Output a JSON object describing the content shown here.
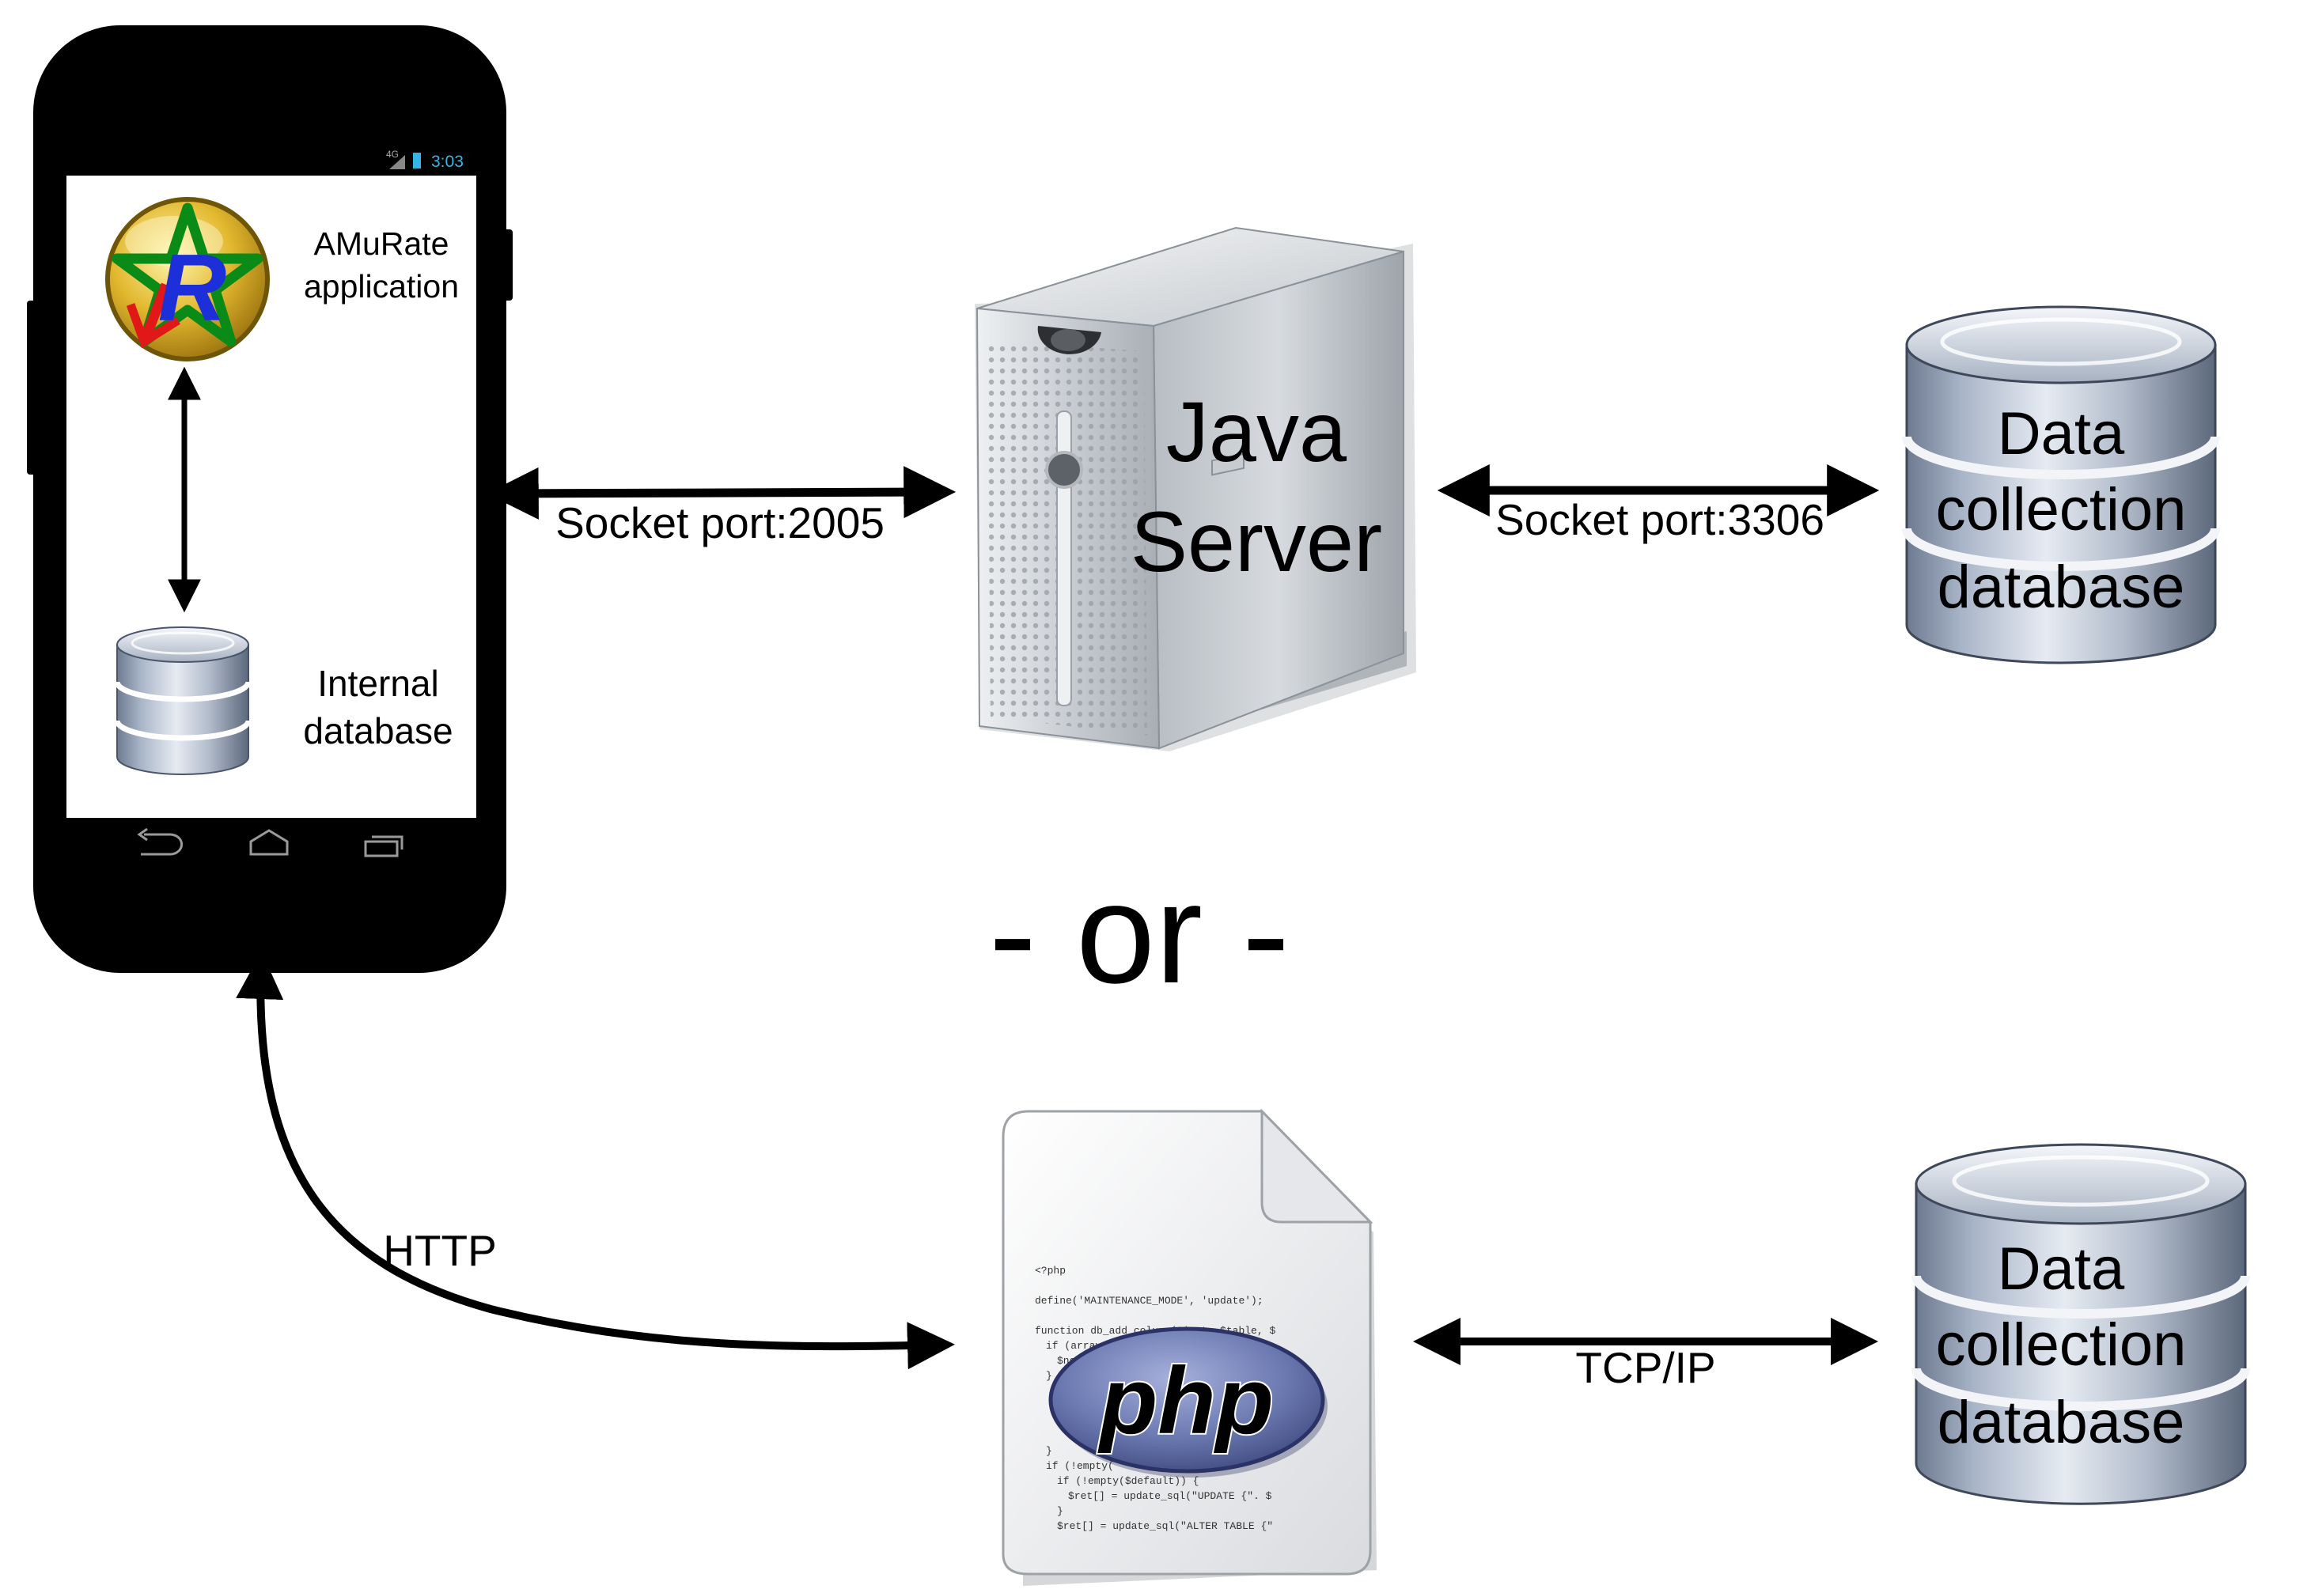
{
  "phone": {
    "status_time": "3:03",
    "network_badge": "4G",
    "app_label_line1": "AMuRate",
    "app_label_line2": "application",
    "internal_db_line1": "Internal",
    "internal_db_line2": "database",
    "nav_icons": [
      "back-icon",
      "home-icon",
      "recent-apps-icon"
    ]
  },
  "java_server": {
    "label_line1": "Java",
    "label_line2": "Server"
  },
  "connections": {
    "phone_to_java": "Socket port:2005",
    "java_to_db": "Socket port:3306",
    "phone_to_php": "HTTP",
    "php_to_db": "TCP/IP"
  },
  "separator": "- or -",
  "databases": {
    "top": {
      "line1": "Data",
      "line2": "collection",
      "line3": "database"
    },
    "bottom": {
      "line1": "Data",
      "line2": "collection",
      "line3": "database"
    }
  },
  "php_file": {
    "logo": "php",
    "code_lines": [
      "<?php",
      "define('MAINTENANCE_MODE', 'update');",
      "function db_add_column(&$ret, $table, $",
      "  if (array_",
      "    $no",
      "  }",
      "  }",
      "  if (!empty(",
      "    if (!empty($default)) {",
      "      $ret[] = update_sql(\"UPDATE {\". $",
      "    }",
      "    $ret[] = update_sql(\"ALTER TABLE {\""
    ]
  },
  "colors": {
    "phone_body": "#000000",
    "status_text": "#33b5e5",
    "server_grey": "#b9bec4",
    "db_blue": "#8d9cb3",
    "php_oval": "#6a78b0",
    "arrow": "#000000"
  }
}
